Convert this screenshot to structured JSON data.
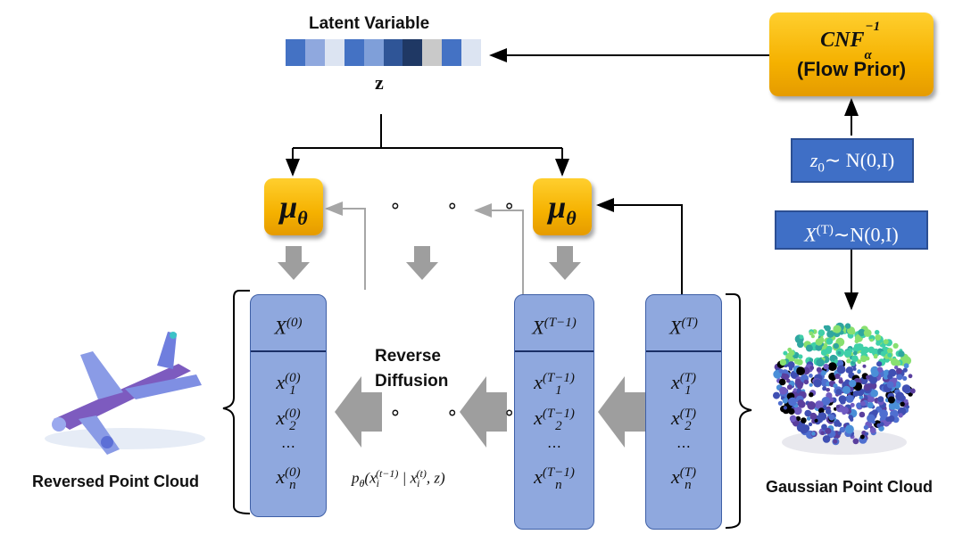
{
  "latent": {
    "title": "Latent Variable",
    "symbol": "z",
    "cells": [
      "#4472c4",
      "#8fa8de",
      "#dce4f2",
      "#4472c4",
      "#7f9fd9",
      "#2f5597",
      "#1f3864",
      "#c9c9c9",
      "#4472c4",
      "#dce4f2"
    ]
  },
  "cnf": {
    "title_base": "CNF",
    "title_sub": "α",
    "title_sup": "−1",
    "subtitle": "(Flow Prior)"
  },
  "z0": {
    "text": "z",
    "sub": "0",
    "rest": "∼ N(0,I)"
  },
  "xT_prior": {
    "text": "X",
    "sup": "(T)",
    "rest": "∼N(0,I)"
  },
  "mu": {
    "symbol": "μ",
    "sub": "θ"
  },
  "dots": "∘ ∘ ∘",
  "reverse": {
    "line1": "Reverse",
    "line2": "Diffusion"
  },
  "formula": {
    "p": "p",
    "p_sub": "θ",
    "x": "x",
    "sub_i": "i",
    "sup_t1": "(t−1)",
    "sup_t": "(t)",
    "bar": "|",
    "z": "z"
  },
  "columns": [
    {
      "id": "0",
      "sup": "(0)"
    },
    {
      "id": "T-1",
      "sup": "(T−1)"
    },
    {
      "id": "T",
      "sup": "(T)"
    }
  ],
  "col_symbols": {
    "X": "X",
    "x": "x",
    "sub1": "1",
    "sub2": "2",
    "subn": "n",
    "vdots": "⋯"
  },
  "captions": {
    "left": "Reversed Point Cloud",
    "right": "Gaussian Point Cloud"
  },
  "colors": {
    "arrow_black": "#000000",
    "arrow_gray": "#a6a6a6",
    "big_arrow": "#9e9e9e",
    "column_fill": "#8fa8de",
    "gold": "#f5b100",
    "blue_box": "#3f6fc6"
  }
}
